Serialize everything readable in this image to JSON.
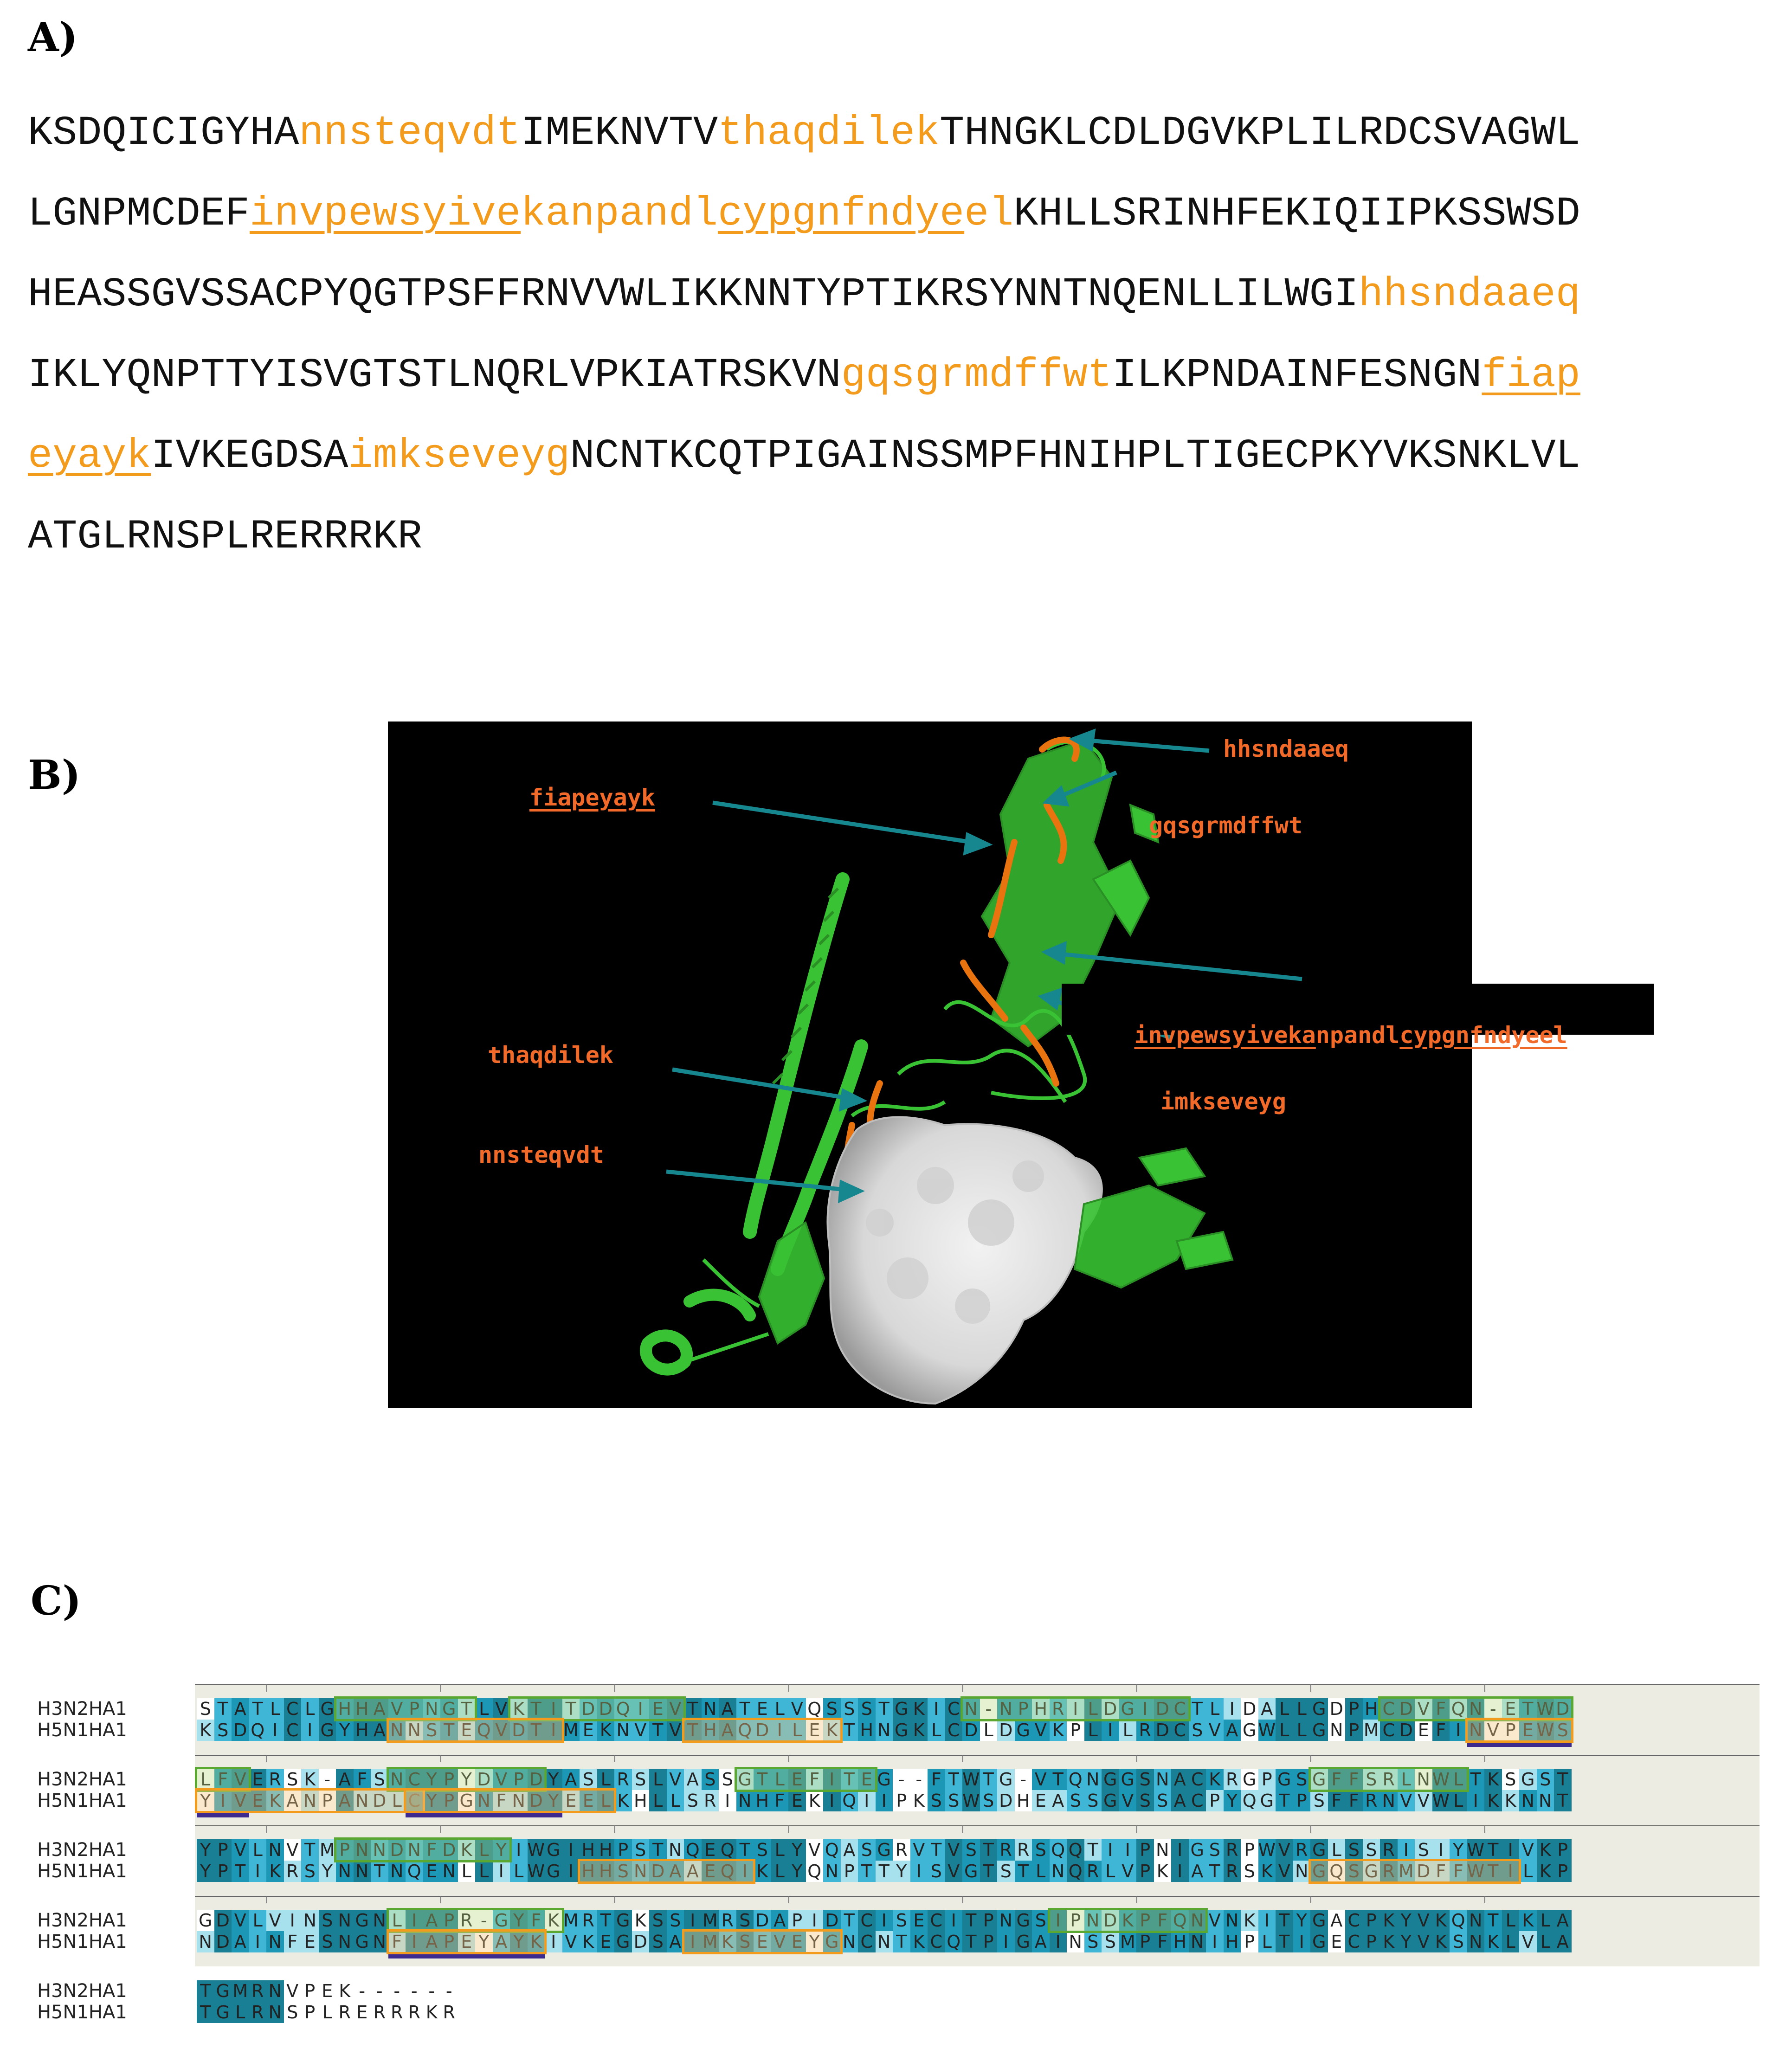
{
  "panels": {
    "a_label": "A)",
    "b_label": "B)",
    "c_label": "C)"
  },
  "panel_a": {
    "lines": [
      [
        {
          "t": "KSDQICIGYHA",
          "s": "plain"
        },
        {
          "t": "nnsteqvdt",
          "s": "epitope"
        },
        {
          "t": "IMEKNVTV",
          "s": "plain"
        },
        {
          "t": "thaqdilek",
          "s": "epitope"
        },
        {
          "t": "THNGKLCDLDGVKPLILRDCSVAGWL",
          "s": "plain"
        }
      ],
      [
        {
          "t": "LGNPMCDEF",
          "s": "plain"
        },
        {
          "t": "invpewsyive",
          "s": "epitope-ul"
        },
        {
          "t": "kanpandl",
          "s": "epitope"
        },
        {
          "t": "cypgnfndye",
          "s": "epitope-ul"
        },
        {
          "t": "el",
          "s": "epitope"
        },
        {
          "t": "KHLLSRINHFEKIQIIPKSSWSD",
          "s": "plain"
        }
      ],
      [
        {
          "t": "HEASSGVSSACPYQGTPSFFRNVVWLIKKNNTYPTIKRSYNNTNQENLLILWGI",
          "s": "plain"
        },
        {
          "t": "hhsndaaeq",
          "s": "epitope"
        }
      ],
      [
        {
          "t": "IKLYQNPTTYISVGTSTLNQRLVPKIATRSKVN",
          "s": "plain"
        },
        {
          "t": "gqsgrmdffwt",
          "s": "epitope"
        },
        {
          "t": "ILKPNDAINFESNGN",
          "s": "plain"
        },
        {
          "t": "fiap",
          "s": "epitope-ul"
        }
      ],
      [
        {
          "t": "eyayk",
          "s": "epitope-ul"
        },
        {
          "t": "IVKEGDSA",
          "s": "plain"
        },
        {
          "t": "imkseveyg",
          "s": "epitope"
        },
        {
          "t": "NCNTKCQTPIGAINSSMPFHNIHPLTIGECPKYVKSNKLVL",
          "s": "plain"
        }
      ],
      [
        {
          "t": "ATGLRNSPLRERRRKR",
          "s": "plain"
        }
      ]
    ]
  },
  "panel_b": {
    "labels": {
      "hhsndaaeq": "hhsndaaeq",
      "fiapeyayk": "fiapeyayk",
      "gqsgrmdffwt": "gqsgrmdffwt",
      "invpewsyivekanpandl_part1": "invpewsyiveka",
      "invpewsyivekanpandl_part2": "npandl",
      "cypgnfndyeel_part1": "cypgnfndyeel",
      "thaqdilek": "thaqdilek",
      "imkseveyg": "imkseveyg",
      "nnsteqvdt": "nnsteqvdt"
    },
    "colors": {
      "background": "#000000",
      "protein": "#39c233",
      "epitope": "#e8730f",
      "surface": "#e6e6e6",
      "arrow": "#17878f",
      "label": "#f26a2a"
    }
  },
  "panel_c": {
    "names": [
      "H3N2HA1",
      "H5N1HA1"
    ],
    "blocks": [
      {
        "h3": "STATLCLGHHAVPNGTLVKTITDDQIEVTNATELVQSSSTGKICN-NPHRILDGIDCTLIDALLGDPHCDVFQN-ETWD",
        "h5": "KSDQICIGYHANNSTEQVDTIMEKNVTVTHAQDILEKTHNGKLCDLDGVKPLILRDCSVAGWLLGNPMCDEFINVPEWS"
      },
      {
        "h3": "LFVERSK-AFSNCYPYDVPDYASLRSLVASSGTLEFITEG--FTWTG-VTQNGGSNACKRGPGSGFFSRLNWLTKSGST",
        "h5": "YIVEKANPANDLCYPGNFNDYEELKHLLSRINHFEKIQIIPKSSWSDHEASSGVSSACPYQGTPSFFRNVVWLIKKNNT"
      },
      {
        "h3": "YPVLNVTMPNNDNFDKLYIWGIHHPSTNQEQTSLYVQASGRVTVSTRRSQQTIIPNIGSRPWVRGLSSRISIYWTIVKP",
        "h5": "YPTIKRSYNNTNQENLLILWGIHHSNDAAEQIKLYQNPTTYISVGTSTLNQRLVPKIATRSKVNGQSGRMDFFWTILKP"
      },
      {
        "h3": "GDVLVINSNGNLIAPR-GYFKMRTGKSSIMRSDAPIDTCISECITPNGSIPNDKPFQNVNKITYGACPKYVKQNTLKLA",
        "h5": "NDAINFESNGNFIAPEYAYKIVKEGDSAIMKSEVEYGNCNTKCQTPIGAINSSMPFHNIHPLTIGECPKYVKSNKLVLA"
      },
      {
        "h3": "TGMRNVPEK------",
        "h5": "TGLRNSPLRERRRKR"
      }
    ]
  }
}
